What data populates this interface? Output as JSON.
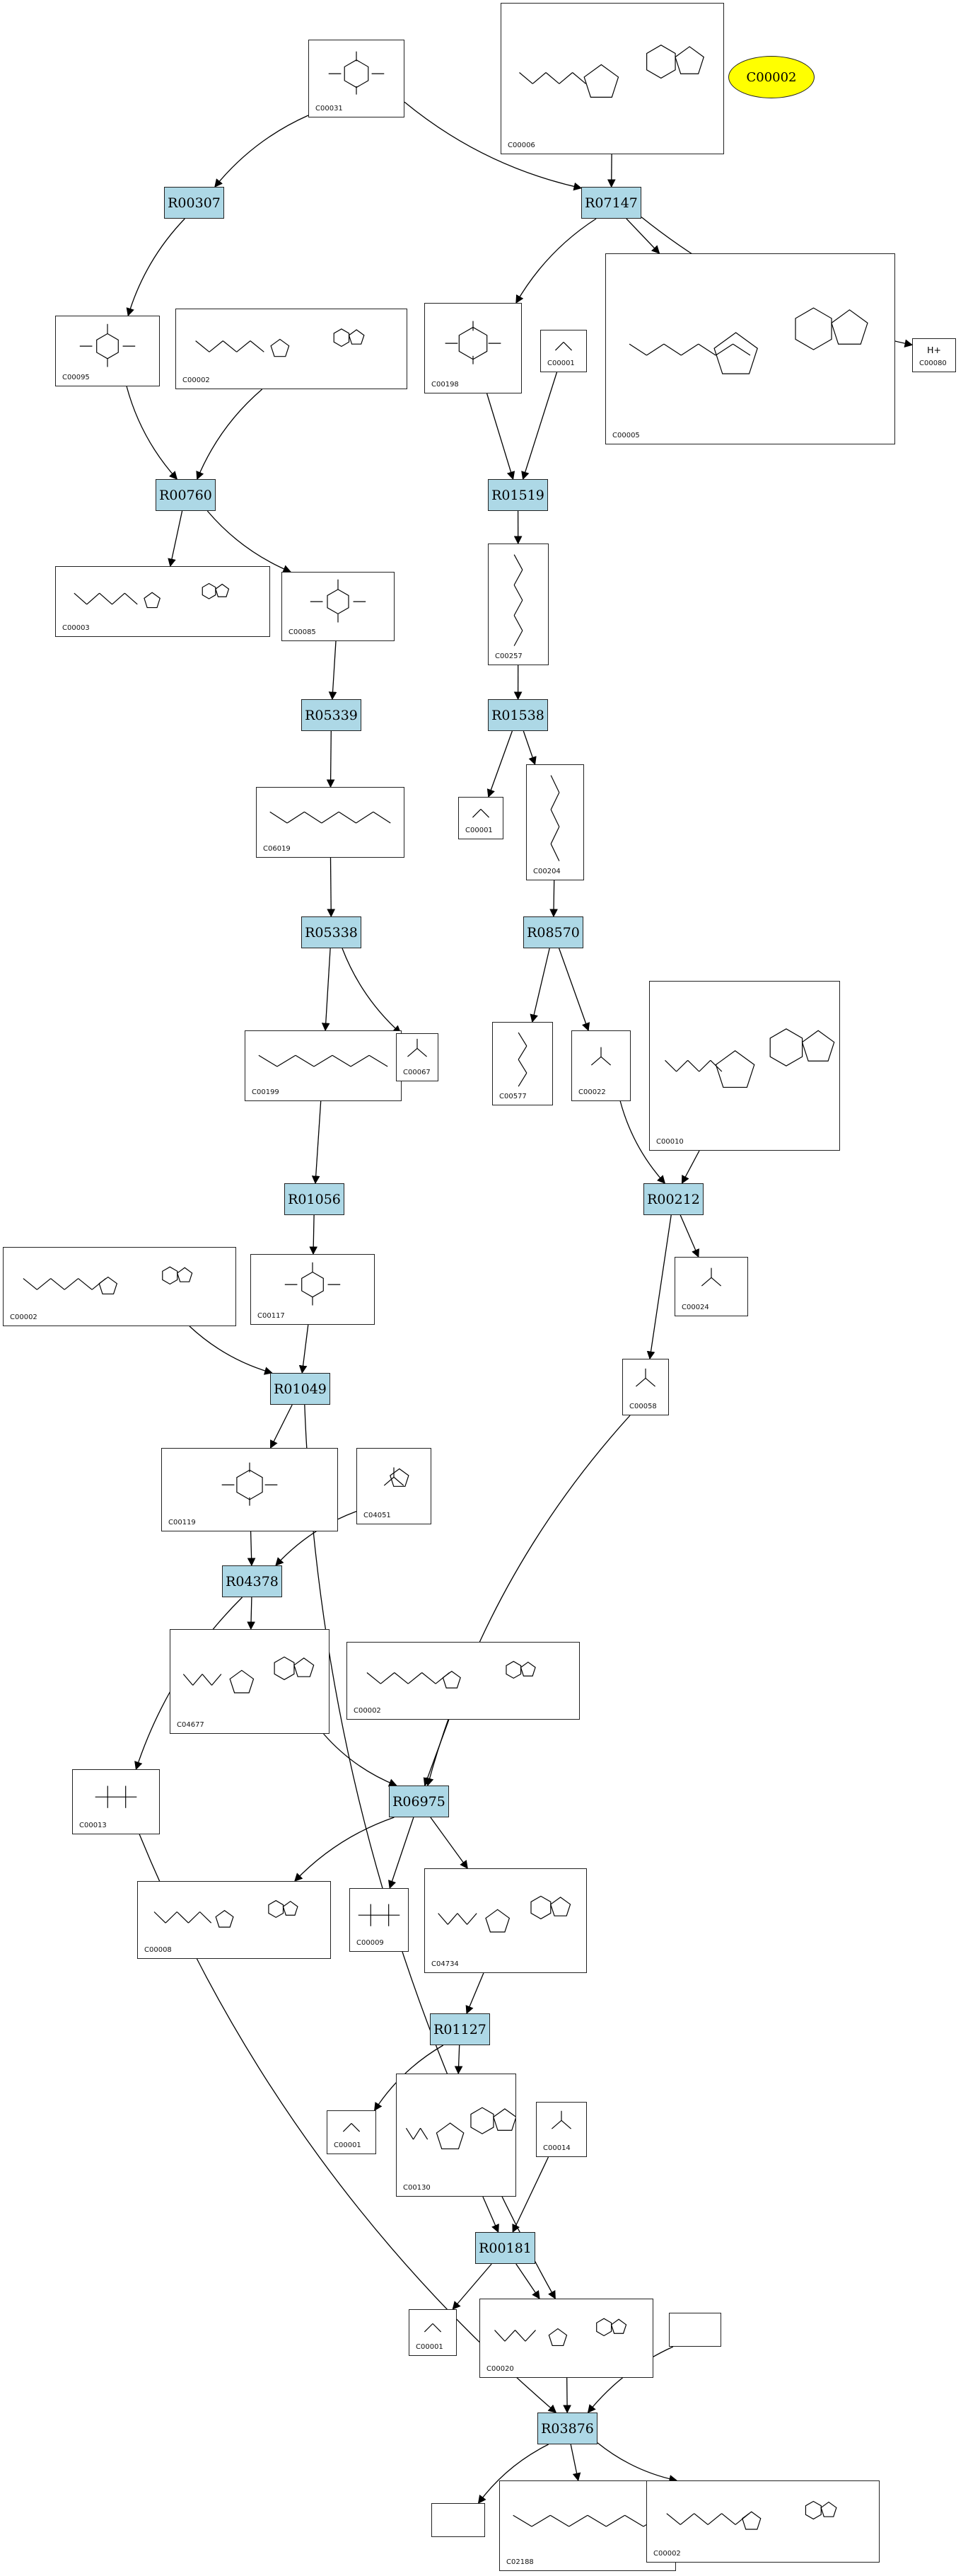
{
  "highlight": {
    "label": "C00002",
    "color": "#ffff00"
  },
  "reaction_color": "#add8e6",
  "reactions": [
    {
      "id": "R00307",
      "label": "R00307"
    },
    {
      "id": "R07147",
      "label": "R07147"
    },
    {
      "id": "R00760",
      "label": "R00760"
    },
    {
      "id": "R01519",
      "label": "R01519"
    },
    {
      "id": "R05339",
      "label": "R05339"
    },
    {
      "id": "R01538",
      "label": "R01538"
    },
    {
      "id": "R05338",
      "label": "R05338"
    },
    {
      "id": "R08570",
      "label": "R08570"
    },
    {
      "id": "R01056",
      "label": "R01056"
    },
    {
      "id": "R00212",
      "label": "R00212"
    },
    {
      "id": "R01049",
      "label": "R01049"
    },
    {
      "id": "R04378",
      "label": "R04378"
    },
    {
      "id": "R06975",
      "label": "R06975"
    },
    {
      "id": "R01127",
      "label": "R01127"
    },
    {
      "id": "R00181",
      "label": "R00181"
    },
    {
      "id": "R03876",
      "label": "R03876"
    }
  ],
  "compounds": [
    {
      "id": "c00031",
      "label": "C00031",
      "icon": "sugar-ring"
    },
    {
      "id": "c00006",
      "label": "C00006",
      "icon": "nucleotide"
    },
    {
      "id": "c00095",
      "label": "C00095",
      "icon": "sugar-ring"
    },
    {
      "id": "c00002a",
      "label": "C00002",
      "icon": "nucleotide"
    },
    {
      "id": "c00198",
      "label": "C00198",
      "icon": "sugar-ring"
    },
    {
      "id": "c00001a",
      "label": "C00001",
      "icon": "water"
    },
    {
      "id": "c00005",
      "label": "C00005",
      "icon": "nucleotide"
    },
    {
      "id": "c00080",
      "label": "C00080",
      "icon": "proton"
    },
    {
      "id": "c00003",
      "label": "C00003",
      "icon": "nucleotide"
    },
    {
      "id": "c00085",
      "label": "C00085",
      "icon": "sugar-ring"
    },
    {
      "id": "c00257",
      "label": "C00257",
      "icon": "chain"
    },
    {
      "id": "c06019",
      "label": "C06019",
      "icon": "chain"
    },
    {
      "id": "c00001b",
      "label": "C00001",
      "icon": "water"
    },
    {
      "id": "c00204",
      "label": "C00204",
      "icon": "chain"
    },
    {
      "id": "c00199",
      "label": "C00199",
      "icon": "chain"
    },
    {
      "id": "c00067",
      "label": "C00067",
      "icon": "small"
    },
    {
      "id": "c00577",
      "label": "C00577",
      "icon": "chain"
    },
    {
      "id": "c00022",
      "label": "C00022",
      "icon": "small"
    },
    {
      "id": "c00010",
      "label": "C00010",
      "icon": "nucleotide"
    },
    {
      "id": "c00002b",
      "label": "C00002",
      "icon": "nucleotide"
    },
    {
      "id": "c00117",
      "label": "C00117",
      "icon": "sugar-ring"
    },
    {
      "id": "c00024",
      "label": "C00024",
      "icon": "small"
    },
    {
      "id": "c00058",
      "label": "C00058",
      "icon": "small"
    },
    {
      "id": "c00119",
      "label": "C00119",
      "icon": "sugar-ring"
    },
    {
      "id": "c04051",
      "label": "C04051",
      "icon": "small-ring"
    },
    {
      "id": "c04677",
      "label": "C04677",
      "icon": "nucleotide"
    },
    {
      "id": "c00002c",
      "label": "C00002",
      "icon": "nucleotide"
    },
    {
      "id": "c00013",
      "label": "C00013",
      "icon": "phosphate"
    },
    {
      "id": "c00008",
      "label": "C00008",
      "icon": "nucleotide"
    },
    {
      "id": "c00009",
      "label": "C00009",
      "icon": "phosphate"
    },
    {
      "id": "c04734",
      "label": "C04734",
      "icon": "nucleotide"
    },
    {
      "id": "c00001c",
      "label": "C00001",
      "icon": "water"
    },
    {
      "id": "c00130",
      "label": "C00130",
      "icon": "nucleotide"
    },
    {
      "id": "c00014",
      "label": "C00014",
      "icon": "small"
    },
    {
      "id": "c00001d",
      "label": "C00001",
      "icon": "water"
    },
    {
      "id": "c00020",
      "label": "C00020",
      "icon": "nucleotide"
    },
    {
      "id": "blank1",
      "label": "",
      "icon": "none"
    },
    {
      "id": "blank2",
      "label": "",
      "icon": "none"
    },
    {
      "id": "c02188",
      "label": "C02188",
      "icon": "chain"
    },
    {
      "id": "c00002d",
      "label": "C00002",
      "icon": "nucleotide"
    }
  ],
  "edges": [
    [
      "c00031",
      "R00307"
    ],
    [
      "c00031",
      "R07147"
    ],
    [
      "c00006",
      "R07147"
    ],
    [
      "R00307",
      "c00095"
    ],
    [
      "R07147",
      "c00198"
    ],
    [
      "R07147",
      "c00005"
    ],
    [
      "R07147",
      "c00080"
    ],
    [
      "c00095",
      "R00760"
    ],
    [
      "c00002a",
      "R00760"
    ],
    [
      "c00198",
      "R01519"
    ],
    [
      "c00001a",
      "R01519"
    ],
    [
      "R00760",
      "c00003"
    ],
    [
      "R00760",
      "c00085"
    ],
    [
      "R01519",
      "c00257"
    ],
    [
      "c00085",
      "R05339"
    ],
    [
      "c00257",
      "R01538"
    ],
    [
      "R05339",
      "c06019"
    ],
    [
      "R01538",
      "c00001b"
    ],
    [
      "R01538",
      "c00204"
    ],
    [
      "c06019",
      "R05338"
    ],
    [
      "c00204",
      "R08570"
    ],
    [
      "R05338",
      "c00199"
    ],
    [
      "R05338",
      "c00067"
    ],
    [
      "R08570",
      "c00577"
    ],
    [
      "R08570",
      "c00022"
    ],
    [
      "c00199",
      "R01056"
    ],
    [
      "c00022",
      "R00212"
    ],
    [
      "c00010",
      "R00212"
    ],
    [
      "R01056",
      "c00117"
    ],
    [
      "R00212",
      "c00024"
    ],
    [
      "R00212",
      "c00058"
    ],
    [
      "c00002b",
      "R01049"
    ],
    [
      "c00117",
      "R01049"
    ],
    [
      "R01049",
      "c00119"
    ],
    [
      "R01049",
      "c00020"
    ],
    [
      "c00119",
      "R04378"
    ],
    [
      "c04051",
      "R04378"
    ],
    [
      "R04378",
      "c04677"
    ],
    [
      "R04378",
      "c00013"
    ],
    [
      "c04677",
      "R06975"
    ],
    [
      "c00002c",
      "R06975"
    ],
    [
      "c00058",
      "R06975"
    ],
    [
      "R06975",
      "c00008"
    ],
    [
      "R06975",
      "c00009"
    ],
    [
      "R06975",
      "c04734"
    ],
    [
      "c04734",
      "R01127"
    ],
    [
      "R01127",
      "c00001c"
    ],
    [
      "R01127",
      "c00130"
    ],
    [
      "c00130",
      "R00181"
    ],
    [
      "c00014",
      "R00181"
    ],
    [
      "R00181",
      "c00001d"
    ],
    [
      "R00181",
      "c00020"
    ],
    [
      "c00013",
      "R03876"
    ],
    [
      "c00020",
      "R03876"
    ],
    [
      "blank1",
      "R03876"
    ],
    [
      "R03876",
      "blank2"
    ],
    [
      "R03876",
      "c02188"
    ],
    [
      "R03876",
      "c00002d"
    ]
  ]
}
